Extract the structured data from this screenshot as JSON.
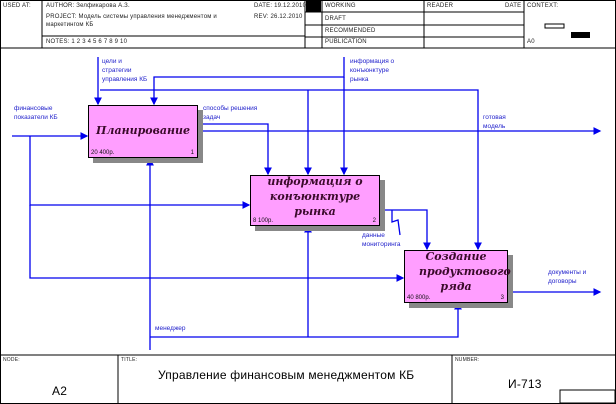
{
  "header": {
    "used_at": "USED AT:",
    "author": "AUTHOR:  Зелфикарова А.З.",
    "date": "DATE:  19.12.2010",
    "project_line1": "PROJECT:  Модель системы управления менеджментом и",
    "project_line2": "маркетингом КБ",
    "rev": "REV:   26.12.2010",
    "notes": "NOTES:  1  2  3  4  5  6  7  8  9  10",
    "status": [
      "WORKING",
      "DRAFT",
      "RECOMMENDED",
      "PUBLICATION"
    ],
    "reader": "READER",
    "reader_date": "DATE",
    "context": "CONTEXT:",
    "context_node": "A0"
  },
  "boxes": [
    {
      "title": "Планирование",
      "cost": "20 400р.",
      "number": "1"
    },
    {
      "title": "информация о конъюнктуре рынка",
      "cost": "8 100р.",
      "number": "2"
    },
    {
      "title": "Создание продуктового ряда",
      "cost": "40 800р.",
      "number": "3"
    }
  ],
  "arrows": {
    "goals": "цели и стратегии управления КБ",
    "market_info": "информация о конъюнктуре рынка",
    "fin_indicators": "финансовые показатели КБ",
    "methods": "способы решения задач",
    "ready_model": "готовая модель",
    "monitoring": "данные мониторинга",
    "documents": "документы и договоры",
    "manager": "менеджер"
  },
  "footer": {
    "node_label": "NODE:",
    "node": "A2",
    "title_label": "TITLE:",
    "title": "Управление финансовым  менеджментом КБ",
    "number_label": "NUMBER:",
    "number": "И-713"
  },
  "colors": {
    "arrow": "#0000ee",
    "box": "#ff9eff"
  }
}
